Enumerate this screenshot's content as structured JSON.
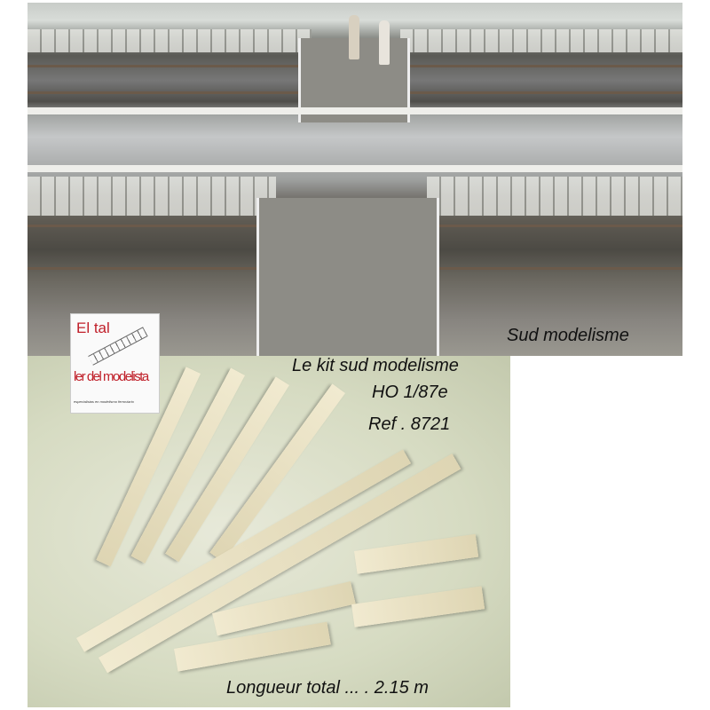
{
  "top_photo": {
    "caption": "Sud modelisme"
  },
  "logo": {
    "line1": "El tal",
    "line2": "ler del modelista",
    "tagline": "especialistas en modelismo ferroviario",
    "brand_color": "#c0202a"
  },
  "bottom_photo": {
    "title": "Le kit sud modelisme",
    "scale": "HO  1/87e",
    "reference": "Ref . 8721",
    "length": "Longueur total ... . 2.15 m"
  }
}
